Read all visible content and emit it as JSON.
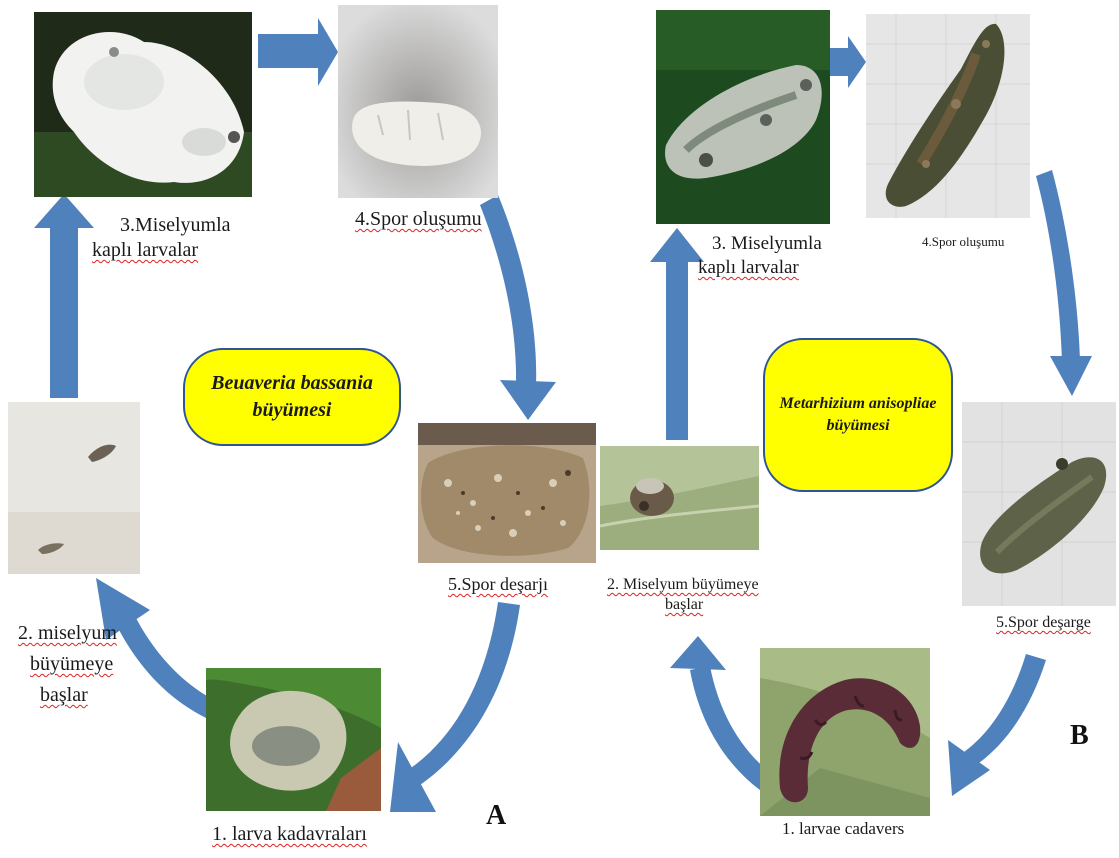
{
  "panel_a": {
    "letter": "A",
    "title_line1": "Beuaveria bassania",
    "title_line2": "büyümesi",
    "step1": "1. larva kadavraları",
    "step2_line1": "2. miselyum",
    "step2_line2": "büyümeye",
    "step2_line3": "başlar",
    "step3_line1": "3.Miselyumla",
    "step3_line2": "kaplı larvalar",
    "step4": "4.Spor oluşumu",
    "step5": "5.Spor deşarjı"
  },
  "panel_b": {
    "letter": "B",
    "title_line1": "Metarhizium anisopliae",
    "title_line2": "büyümesi",
    "step1": "1. larvae cadavers",
    "step2_line1": "2. Miselyum büyümeye",
    "step2_line2": "başlar",
    "step3_line1": "3. Miselyumla",
    "step3_line2": "kaplı larvalar",
    "step4": "4.Spor oluşumu",
    "step5": "5.Spor deşarge"
  },
  "colors": {
    "arrow": "#4f81bd",
    "badge_fill": "#ffff00",
    "badge_border": "#2f5597",
    "spellcheck_underline": "#dd2222"
  }
}
